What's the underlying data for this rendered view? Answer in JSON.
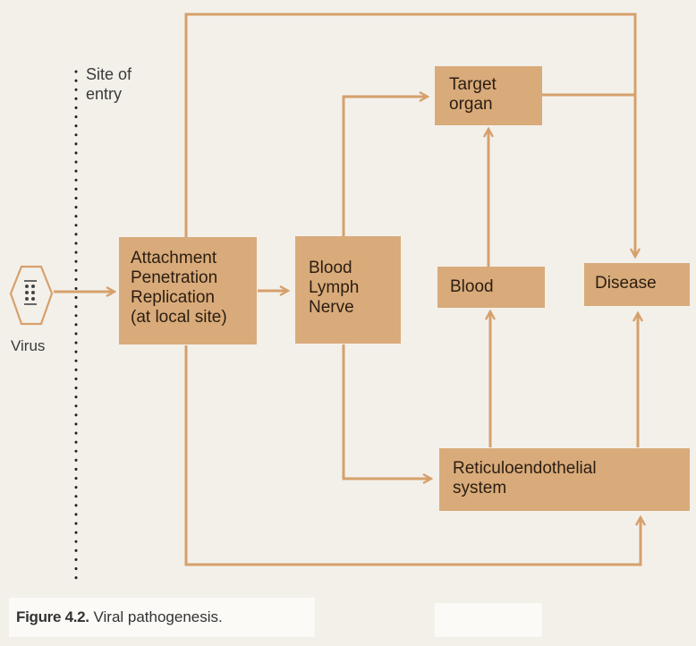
{
  "site_label": [
    "Site of",
    "entry"
  ],
  "virus_label": "Virus",
  "boxes": {
    "local_site": [
      "Attachment",
      "Penetration",
      "Replication",
      "(at local site)"
    ],
    "spread": [
      "Blood",
      "Lymph",
      "Nerve"
    ],
    "target": [
      "Target",
      "organ"
    ],
    "blood": [
      "Blood"
    ],
    "disease": [
      "Disease"
    ],
    "res": [
      "Reticuloendothelial",
      "system"
    ]
  },
  "caption": {
    "figure": "Figure 4.2.",
    "text": "Viral pathogenesis."
  },
  "colors": {
    "box_fill": "#d9ab7a",
    "arrow": "#d6a06c",
    "text": "#2b1d12",
    "background": "#f3f0ea"
  }
}
